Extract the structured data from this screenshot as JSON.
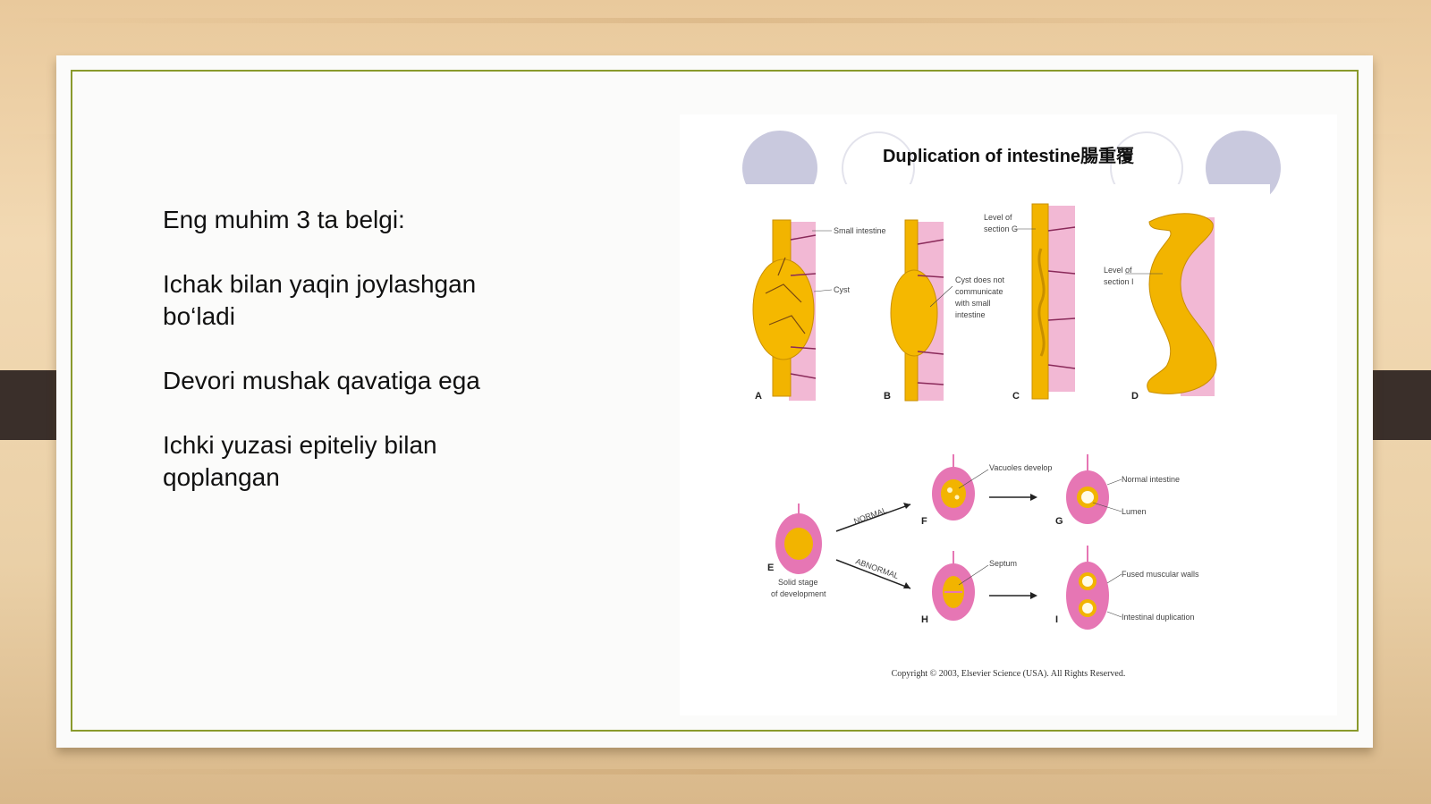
{
  "slide": {
    "bullets": [
      "Eng muhim 3 ta belgi:",
      "Ichak bilan yaqin joylashgan bo‘ladi",
      "Devori mushak qavatiga ega",
      "Ichki yuzasi epiteliy bilan qoplangan"
    ]
  },
  "figure": {
    "title": "Duplication of intestine腸重覆",
    "panel_letters": [
      "A",
      "B",
      "C",
      "D",
      "E",
      "F",
      "G",
      "H",
      "I"
    ],
    "labels": {
      "small_intestine": "Small intestine",
      "cyst": "Cyst",
      "cyst_note_1": "Cyst does not",
      "cyst_note_2": "communicate",
      "cyst_note_3": "with small",
      "cyst_note_4": "intestine",
      "level_g_1": "Level of",
      "level_g_2": "section G",
      "level_i_1": "Level of",
      "level_i_2": "section I",
      "normal": "NORMAL",
      "abnormal": "ABNORMAL",
      "vacuoles": "Vacuoles develop",
      "normal_intestine": "Normal intestine",
      "lumen": "Lumen",
      "septum": "Septum",
      "fused_walls": "Fused muscular walls",
      "intestinal_duplication": "Intestinal duplication",
      "solid_stage_1": "Solid stage",
      "solid_stage_2": "of development"
    },
    "copyright": "Copyright © 2003, Elsevier Science (USA). All Rights Reserved.",
    "colors": {
      "mesentery": "#f2b8d4",
      "bowel": "#f2b400",
      "wall": "#e676b4",
      "accent": "#8a9a2c"
    }
  }
}
